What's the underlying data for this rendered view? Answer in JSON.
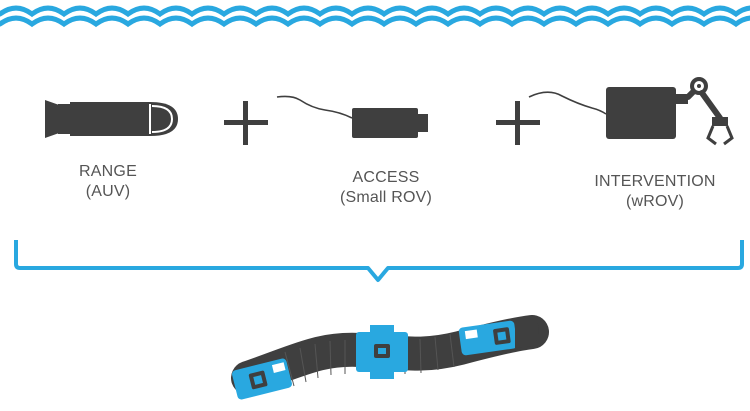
{
  "colors": {
    "water": "#29a8e0",
    "vehicle": "#3f3f3f",
    "accent": "#29a8e0",
    "text": "#555555",
    "bracket": "#29a8e0"
  },
  "vehicles": [
    {
      "id": "range",
      "title": "RANGE",
      "subtitle": "(AUV)",
      "icon": "torpedo-auv-icon"
    },
    {
      "id": "access",
      "title": "ACCESS",
      "subtitle": "(Small ROV)",
      "icon": "small-rov-icon"
    },
    {
      "id": "intervention",
      "title": "INTERVENTION",
      "subtitle": "(wROV)",
      "icon": "work-rov-with-arm-icon"
    }
  ],
  "operators": [
    "+",
    "+"
  ],
  "result": {
    "icon": "snake-robot-icon"
  }
}
